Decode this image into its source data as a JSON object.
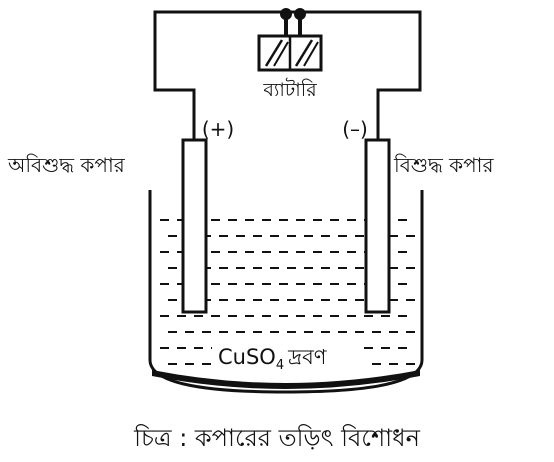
{
  "labels": {
    "battery": "ব্যাটারি",
    "anode_sign": "(+)",
    "cathode_sign": "(–)",
    "anode": "অবিশুদ্ধ কপার",
    "cathode": "বিশুদ্ধ কপার",
    "solution_formula": "CuSO",
    "solution_subscript": "4",
    "solution_word": "দ্রবণ",
    "caption": "চিত্র : কপারের তড়িৎ বিশোধন"
  },
  "colors": {
    "ink": "#111111",
    "background": "#ffffff"
  }
}
